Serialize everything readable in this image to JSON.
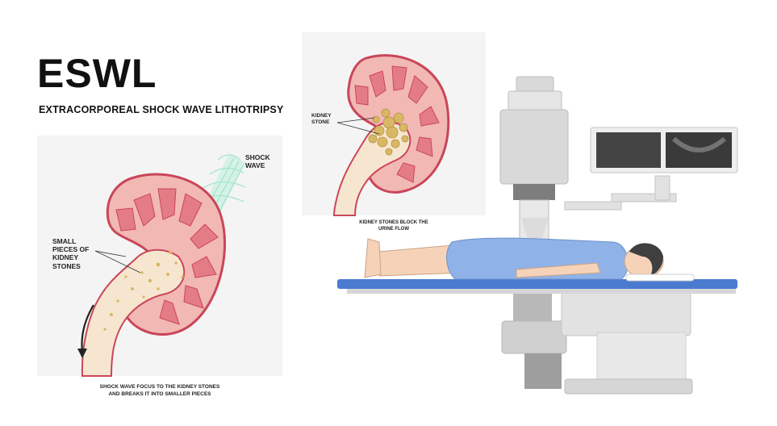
{
  "title": "ESWL",
  "subtitle": "EXTRACORPOREAL SHOCK WAVE LITHOTRIPSY",
  "left_panel": {
    "label_shock_wave_1": "SHOCK",
    "label_shock_wave_2": "WAVE",
    "label_pieces_1": "SMALL",
    "label_pieces_2": "PIECES OF",
    "label_pieces_3": "KIDNEY",
    "label_pieces_4": "STONES",
    "caption_1": "SHOCK WAVE FOCUS TO THE KIDNEY STONES",
    "caption_2": "AND BREAKS IT INTO SMALLER PIECES"
  },
  "top_panel": {
    "label_stone_1": "KIDNEY",
    "label_stone_2": "STONE",
    "caption_1": "KIDNEY STONES BLOCK THE",
    "caption_2": "URINE FLOW"
  },
  "colors": {
    "kidney_outer": "#f2b8b4",
    "kidney_outline": "#c9465a",
    "pyramid": "#e47c86",
    "pelvis": "#f7e6cf",
    "stone": "#d9b865",
    "shock_wave": "#a8ead0",
    "machine_gray": "#d9d9d9",
    "table_blue": "#4a7bd1",
    "gown_blue": "#8fb3e8",
    "skin": "#f6d3b8",
    "hair": "#3f3f3f"
  },
  "icons": [
    "shock-wave-icon",
    "flow-arrow-icon",
    "monitor-icon"
  ]
}
